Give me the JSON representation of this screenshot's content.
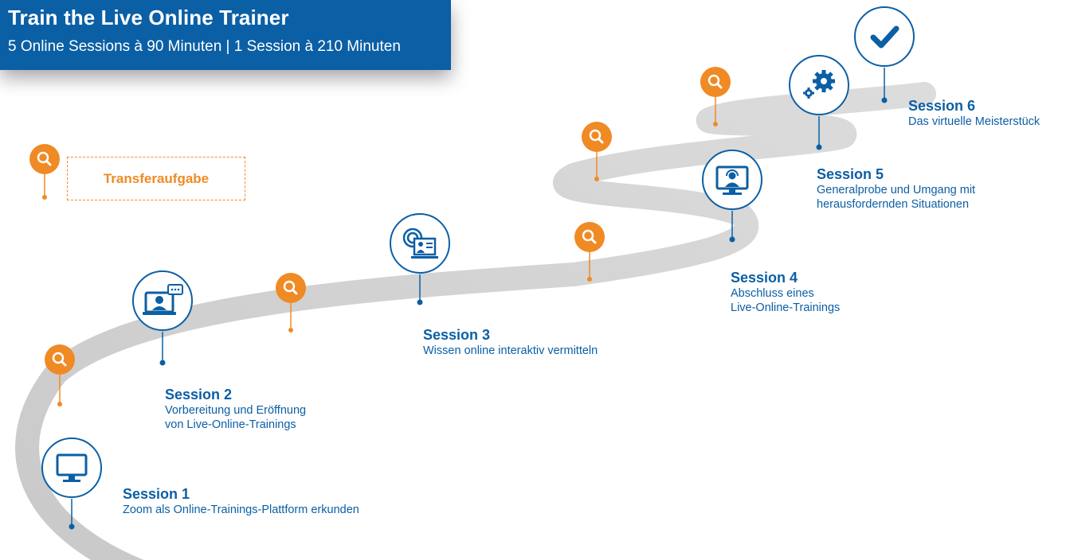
{
  "header": {
    "title": "Train the Live Online Trainer",
    "subtitle": "5 Online Sessions à 90 Minuten | 1 Session à 210 Minuten"
  },
  "legend": {
    "label": "Transferaufgabe",
    "icon": "search-icon"
  },
  "colors": {
    "primary": "#0b5fa5",
    "accent": "#f08a24",
    "road": "#cfcfcf"
  },
  "sessions": [
    {
      "title": "Session 1",
      "lines": [
        "Zoom als Online-Trainings-Plattform erkunden"
      ],
      "icon": "monitor-icon"
    },
    {
      "title": "Session 2",
      "lines": [
        "Vorbereitung und Eröffnung",
        "von Live-Online-Trainings"
      ],
      "icon": "video-chat-icon"
    },
    {
      "title": "Session 3",
      "lines": [
        "Wissen online interaktiv vermitteln"
      ],
      "icon": "presentation-icon"
    },
    {
      "title": "Session 4",
      "lines": [
        "Abschluss eines",
        "Live-Online-Trainings"
      ],
      "icon": "headset-icon"
    },
    {
      "title": "Session 5",
      "lines": [
        "Generalprobe und Umgang mit",
        "herausfordernden Situationen"
      ],
      "icon": "gears-icon"
    },
    {
      "title": "Session 6",
      "lines": [
        "Das virtuelle Meisterstück"
      ],
      "icon": "checkmark-icon"
    }
  ]
}
